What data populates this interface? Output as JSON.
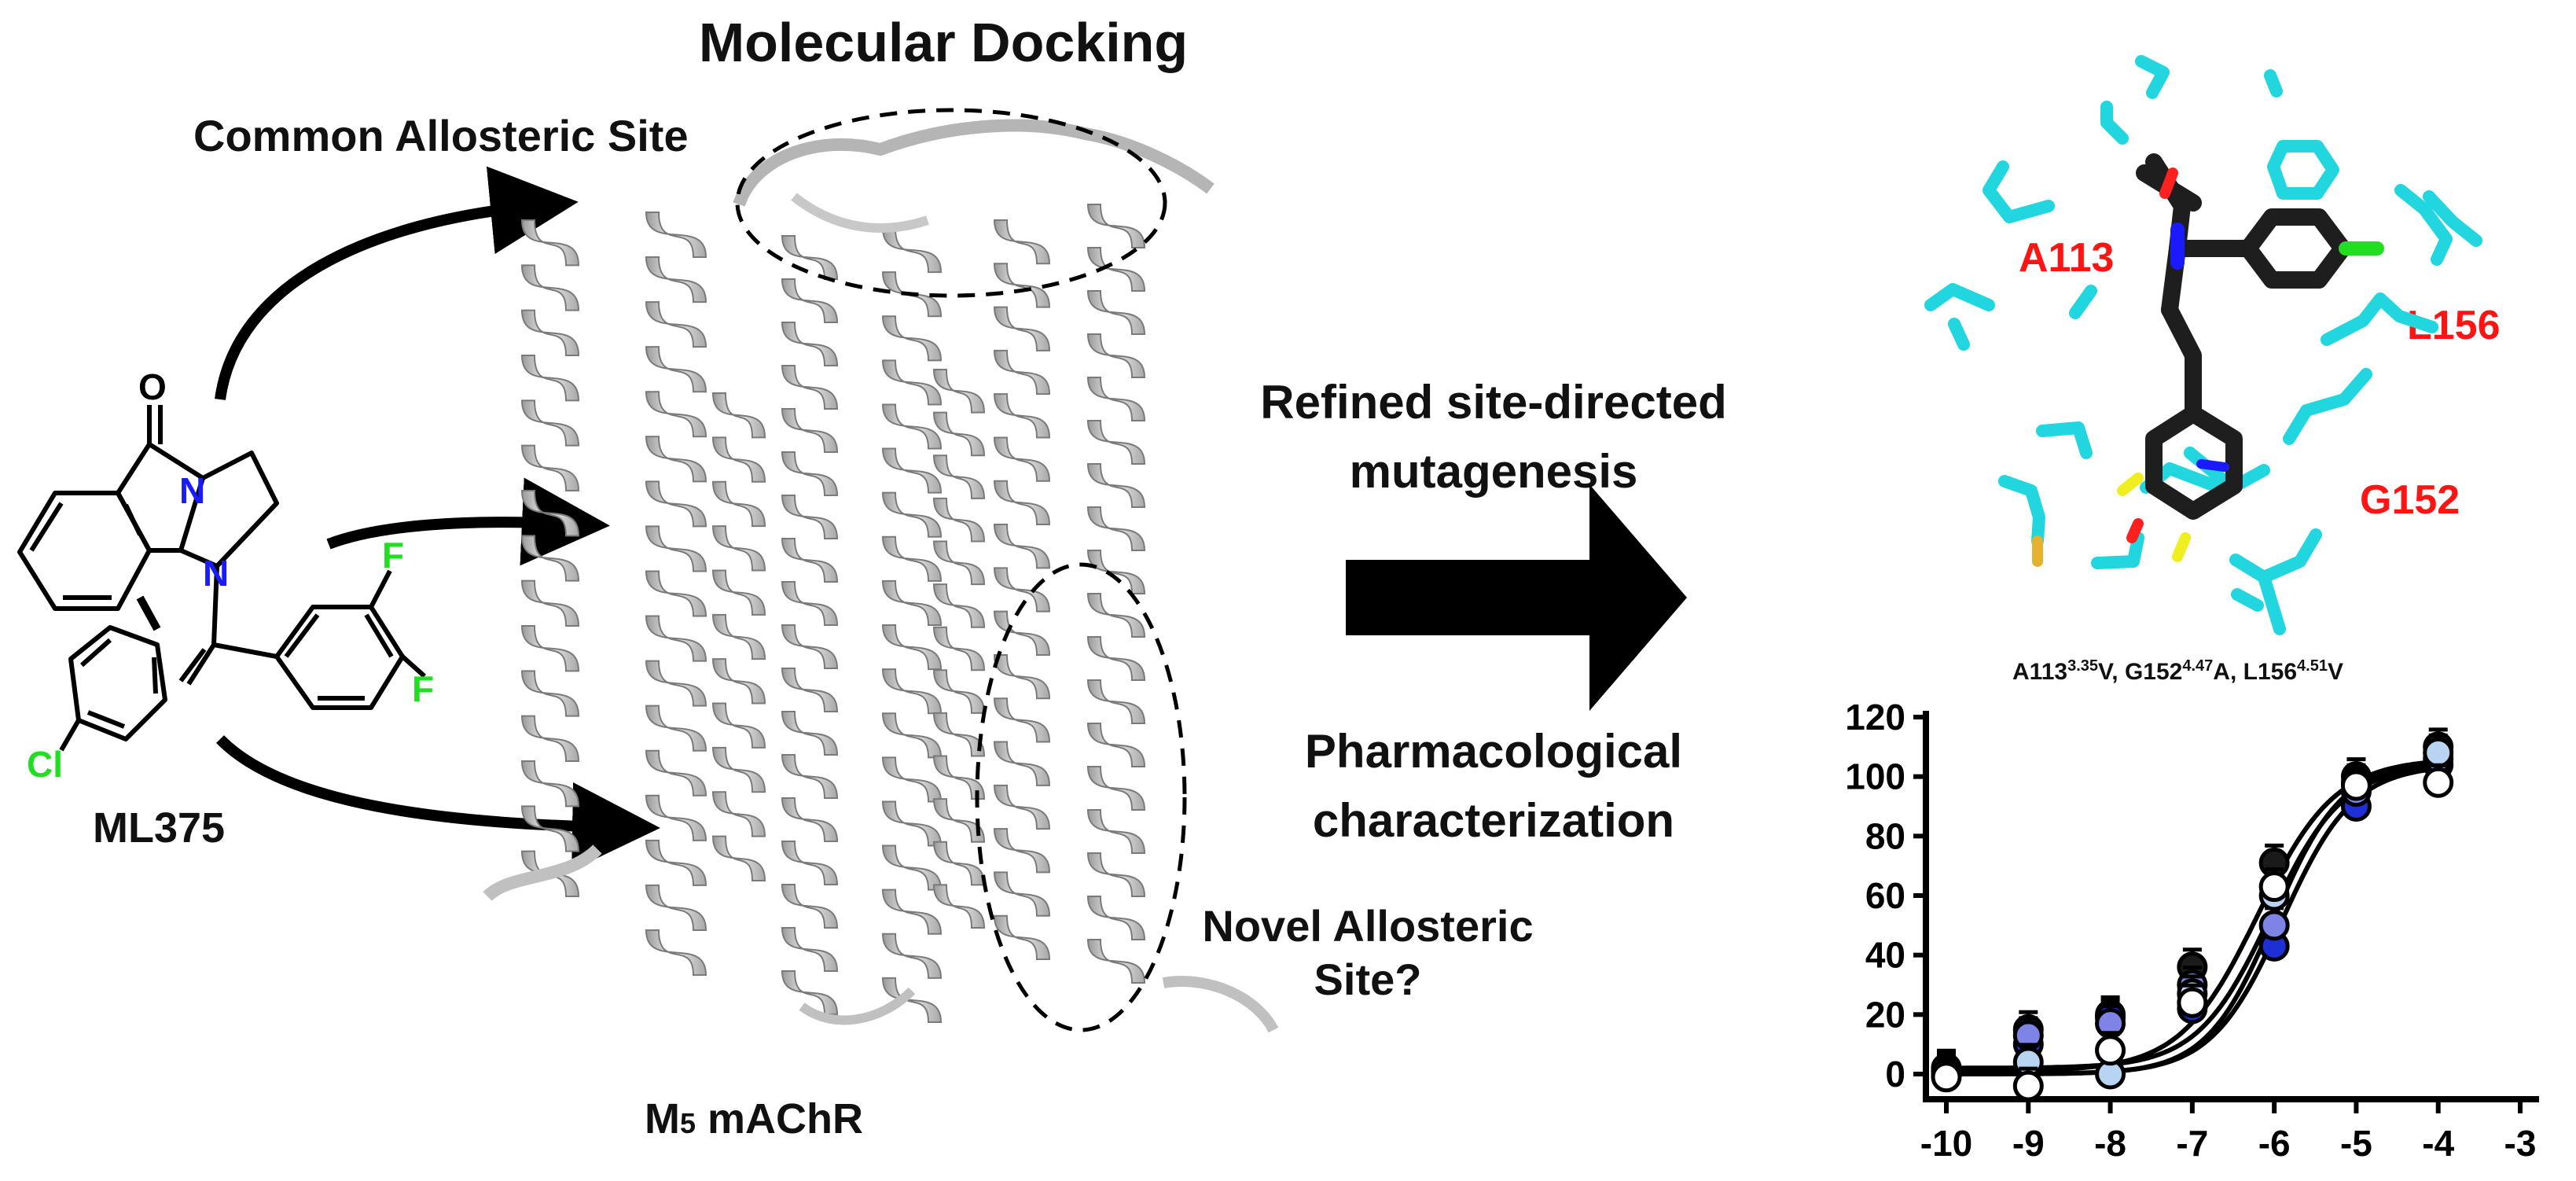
{
  "title": "Molecular Docking",
  "labels": {
    "common_site": "Common Allosteric Site",
    "refined_line1": "Refined site-directed",
    "refined_line2": "mutagenesis",
    "pharm_line1": "Pharmacological",
    "pharm_line2": "characterization",
    "novel_line1": "Novel Allosteric",
    "novel_line2": "Site?",
    "receptor_prefix": "M",
    "receptor_sub": "5",
    "receptor_suffix": " mAChR",
    "compound": "ML375"
  },
  "molecule_atoms": {
    "O": "O",
    "N1": "N",
    "N2": "N",
    "F1": "F",
    "F2": "F",
    "Cl": "Cl"
  },
  "residues": [
    "A113",
    "L156",
    "G152"
  ],
  "mutations": {
    "m1": "A113",
    "m1_sup": "3.35",
    "m1_end": "V, ",
    "m2": "G152",
    "m2_sup": "4.47",
    "m2_end": "A, ",
    "m3": "L156",
    "m3_sup": "4.51",
    "m3_end": "V"
  },
  "colors": {
    "residue_label": "#ff1414",
    "halogen": "#22dd22",
    "nitrogen": "#1a1aff",
    "sticks": "#22d6e0"
  },
  "chart_data": {
    "type": "scatter",
    "x_ticks": [
      "-10",
      "-9",
      "-8",
      "-7",
      "-6",
      "-5",
      "-4",
      "-3"
    ],
    "y_ticks": [
      "0",
      "20",
      "40",
      "60",
      "80",
      "100",
      "120"
    ],
    "xlim": [
      -10,
      -3
    ],
    "ylim": [
      0,
      120
    ],
    "series": [
      {
        "color": "#1a1a1a",
        "points": [
          [
            -10,
            2
          ],
          [
            -9,
            15
          ],
          [
            -8,
            20
          ],
          [
            -7,
            36
          ],
          [
            -6,
            71
          ],
          [
            -5,
            100
          ],
          [
            -4,
            110
          ]
        ]
      },
      {
        "color": "#1f2fd6",
        "points": [
          [
            -10,
            1
          ],
          [
            -9,
            10
          ],
          [
            -8,
            19
          ],
          [
            -7,
            22
          ],
          [
            -6,
            43
          ],
          [
            -5,
            90
          ],
          [
            -4,
            104
          ]
        ]
      },
      {
        "color": "#7d84e6",
        "points": [
          [
            -10,
            2
          ],
          [
            -9,
            13
          ],
          [
            -8,
            17
          ],
          [
            -7,
            30
          ],
          [
            -6,
            50
          ],
          [
            -5,
            95
          ],
          [
            -4,
            106
          ]
        ]
      },
      {
        "color": "#b8d4f2",
        "points": [
          [
            -10,
            0
          ],
          [
            -9,
            4
          ],
          [
            -8,
            0
          ],
          [
            -7,
            27
          ],
          [
            -6,
            60
          ],
          [
            -5,
            98
          ],
          [
            -4,
            108
          ]
        ]
      },
      {
        "color": "#ffffff",
        "points": [
          [
            -10,
            -1
          ],
          [
            -9,
            -4
          ],
          [
            -8,
            8
          ],
          [
            -7,
            24
          ],
          [
            -6,
            63
          ],
          [
            -5,
            97
          ],
          [
            -4,
            98
          ]
        ]
      }
    ],
    "curves": [
      {
        "bottom": 1,
        "top": 106,
        "logEC50": -6.2,
        "hill": 0.92
      },
      {
        "bottom": 2,
        "top": 104,
        "logEC50": -6.05,
        "hill": 0.98
      },
      {
        "bottom": 0,
        "top": 105,
        "logEC50": -6.0,
        "hill": 1.05
      },
      {
        "bottom": 0,
        "top": 104,
        "logEC50": -5.9,
        "hill": 1.0
      }
    ]
  }
}
